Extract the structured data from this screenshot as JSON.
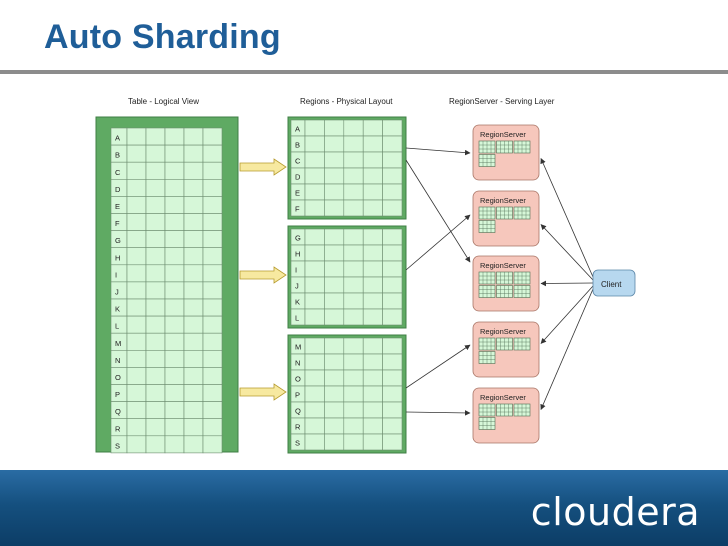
{
  "slide": {
    "title": "Auto Sharding",
    "logo_text": "cloudera"
  },
  "headers": {
    "logical": "Table - Logical View",
    "physical": "Regions - Physical Layout",
    "serving": "RegionServer - Serving Layer"
  },
  "logical_rows": [
    "A",
    "B",
    "C",
    "D",
    "E",
    "F",
    "G",
    "H",
    "I",
    "J",
    "K",
    "L",
    "M",
    "N",
    "O",
    "P",
    "Q",
    "R",
    "S"
  ],
  "regions": [
    {
      "rows": [
        "A",
        "B",
        "C",
        "D",
        "E",
        "F"
      ]
    },
    {
      "rows": [
        "G",
        "H",
        "I",
        "J",
        "K",
        "L"
      ]
    },
    {
      "rows": [
        "M",
        "N",
        "O",
        "P",
        "Q",
        "R",
        "S"
      ]
    }
  ],
  "region_servers": [
    {
      "label": "RegionServer",
      "blocks": 4
    },
    {
      "label": "RegionServer",
      "blocks": 4
    },
    {
      "label": "RegionServer",
      "blocks": 6
    },
    {
      "label": "RegionServer",
      "blocks": 4
    },
    {
      "label": "RegionServer",
      "blocks": 4
    }
  ],
  "client": {
    "label": "Client"
  },
  "colors": {
    "title": "#1f5e98",
    "table_frame": "#5faa63",
    "cell_fill": "#d6f7d8",
    "server_fill": "#f6c7bc",
    "client_fill": "#b7d8ef",
    "arrow_fill": "#f7e9a0"
  }
}
